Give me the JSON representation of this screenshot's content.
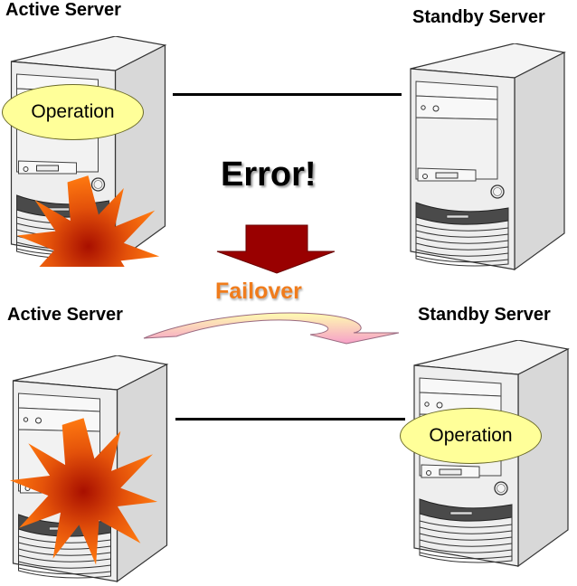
{
  "title": "Failover diagram",
  "before": {
    "active_label": "Active Server",
    "standby_label": "Standby Server",
    "operation_label": "Operation"
  },
  "event": {
    "error_label": "Error!",
    "failover_label": "Failover"
  },
  "after": {
    "active_label": "Active Server",
    "standby_label": "Standby Server",
    "operation_label": "Operation"
  },
  "colors": {
    "operation_fill": "#ffff99",
    "error_arrow": "#990000",
    "failover_text": "#f07c1c",
    "explosion_outer": "#ff6a00",
    "explosion_inner": "#b31a00"
  }
}
